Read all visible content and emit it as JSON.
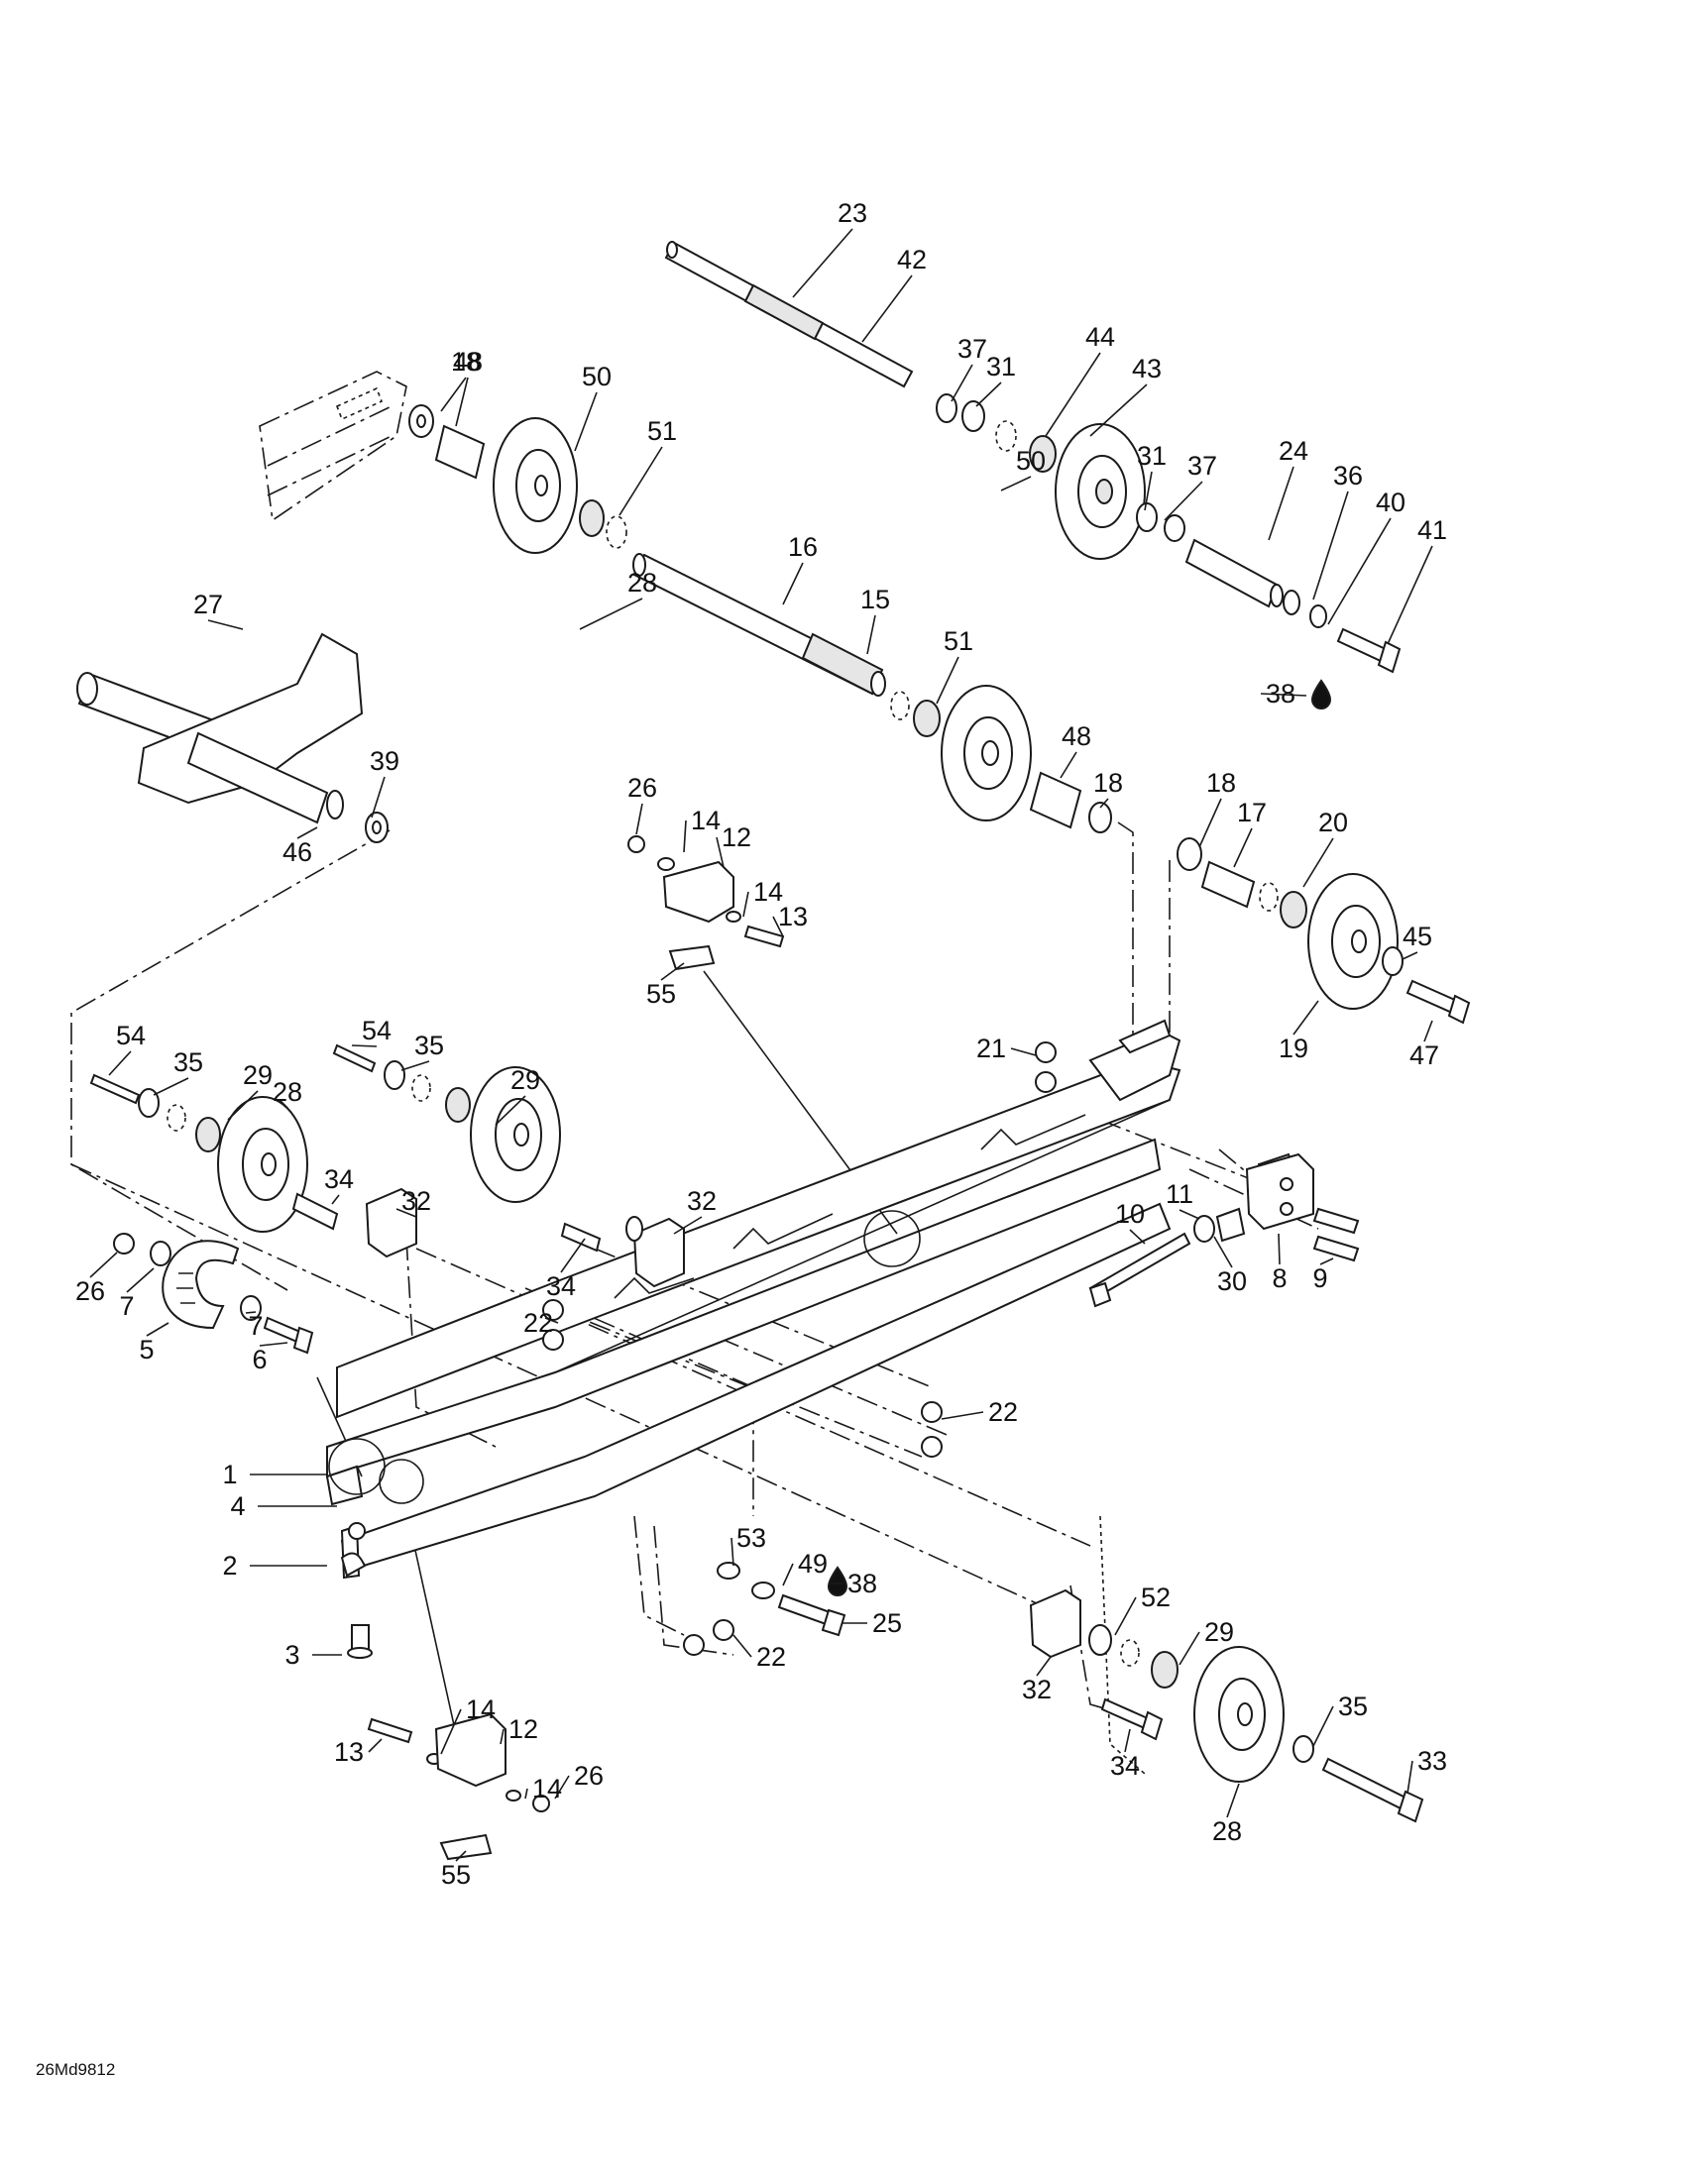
{
  "diagram": {
    "figure_code": "26Md9812",
    "callouts": [
      "1",
      "2",
      "3",
      "4",
      "5",
      "6",
      "7",
      "7",
      "8",
      "9",
      "10",
      "11",
      "12",
      "12",
      "13",
      "13",
      "14",
      "14",
      "14",
      "14",
      "15",
      "16",
      "17",
      "18",
      "18",
      "18",
      "19",
      "20",
      "21",
      "22",
      "22",
      "22",
      "23",
      "24",
      "25",
      "26",
      "26",
      "26",
      "27",
      "28",
      "28",
      "28",
      "29",
      "29",
      "29",
      "30",
      "31",
      "31",
      "32",
      "32",
      "32",
      "33",
      "34",
      "34",
      "34",
      "35",
      "35",
      "35",
      "36",
      "37",
      "37",
      "38",
      "38",
      "39",
      "40",
      "41",
      "42",
      "43",
      "44",
      "45",
      "46",
      "47",
      "48",
      "48",
      "49",
      "50",
      "50",
      "51",
      "51",
      "52",
      "53",
      "54",
      "54",
      "55",
      "55"
    ],
    "symbols": {
      "lubricant": "drop-icon"
    }
  }
}
